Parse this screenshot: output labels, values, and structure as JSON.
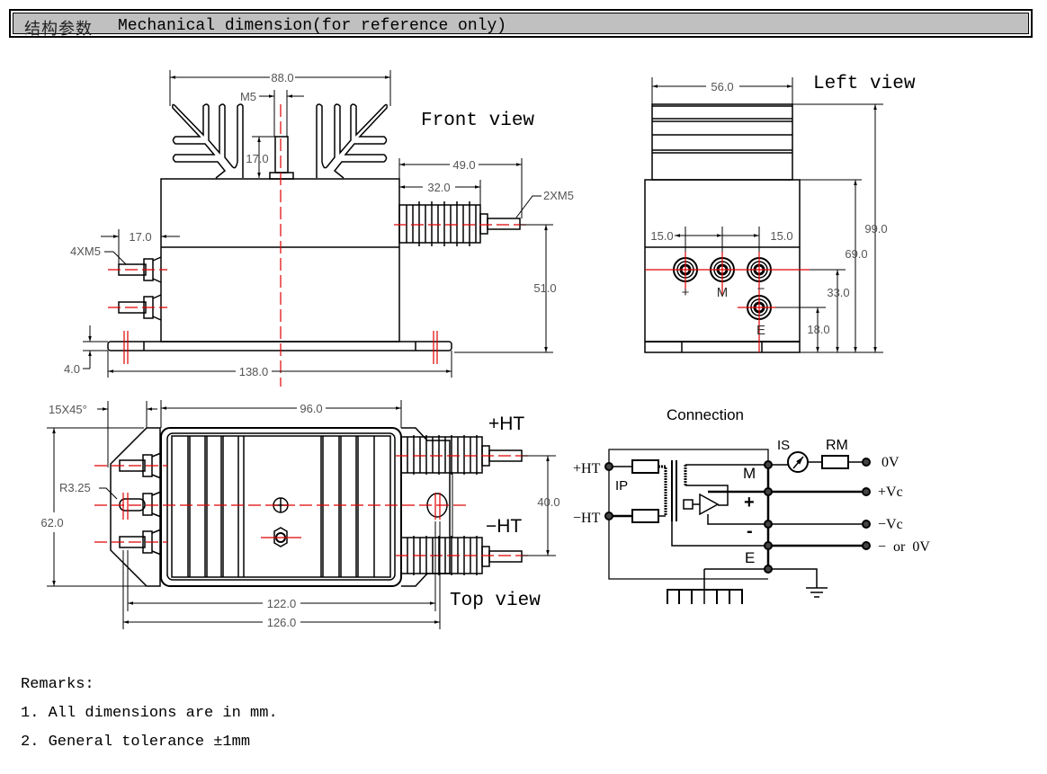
{
  "header": {
    "title_cn": "结构参数",
    "title_en": "Mechanical dimension(for reference only)"
  },
  "front_view": {
    "label": "Front view",
    "dims": {
      "width_heatsink": "88.0",
      "m5": "M5",
      "stud_height": "17.0",
      "terminal_length": "49.0",
      "bushing_length": "32.0",
      "stud_thread": "2XM5",
      "left_offset": "17.0",
      "mount_thread": "4XM5",
      "terminal_height": "51.0",
      "base_thickness": "4.0",
      "base_length": "138.0"
    }
  },
  "left_view": {
    "label": "Left view",
    "dims": {
      "width": "56.0",
      "pitch_left": "15.0",
      "pitch_right": "15.0",
      "total_height": "99.0",
      "body_height": "69.0",
      "terminal_row_height": "33.0",
      "earth_height": "18.0"
    },
    "terminals": [
      "+",
      "M",
      "−",
      "E"
    ]
  },
  "top_view": {
    "label": "Top view",
    "dims": {
      "chamfer": "15X45°",
      "body_length": "96.0",
      "radius": "R3.25",
      "width": "62.0",
      "hole_pitch": "40.0",
      "hole_span_inner": "122.0",
      "hole_span_outer": "126.0"
    },
    "terminal_plus": "+HT",
    "terminal_minus": "−HT"
  },
  "connection": {
    "title": "Connection",
    "inputs": [
      "+HT",
      "−HT"
    ],
    "ip_label": "IP",
    "is_label": "IS",
    "rm_label": "RM",
    "nodes": [
      "M",
      "+",
      "-",
      "E"
    ],
    "outputs": [
      "0V",
      "+Vc",
      "−Vc",
      "−  or  0V"
    ]
  },
  "remarks": {
    "title": "Remarks:",
    "items": [
      "1. All dimensions are in mm.",
      "2. General tolerance ±1mm"
    ]
  },
  "colors": {
    "centerline": "#e00000",
    "line": "#000000",
    "dim_text": "#555555",
    "header_bg": "#c0c0c0"
  }
}
